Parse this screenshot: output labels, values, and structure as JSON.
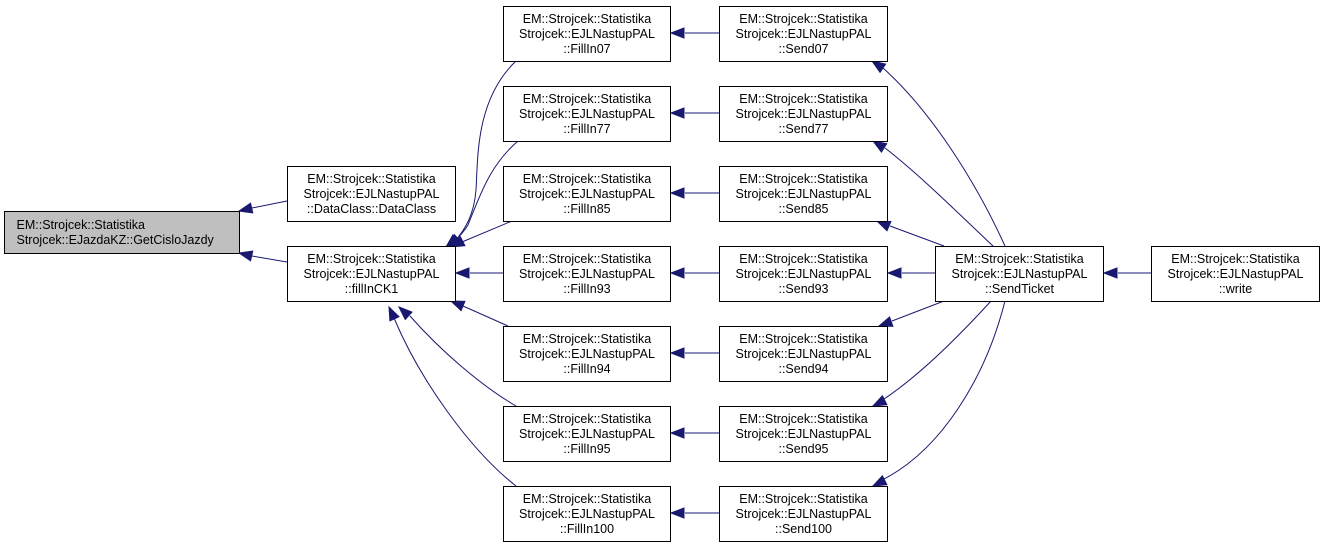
{
  "diagram": {
    "type": "call-graph",
    "colors": {
      "edge": "#191970",
      "node_border": "#000000",
      "node_fill": "#ffffff",
      "highlight_fill": "#bfbfbf"
    },
    "nodes": [
      {
        "id": "getcislojazdy",
        "lines": [
          "EM::Strojcek::Statistika",
          "Strojcek::EJazdaKZ::GetCisloJazdy"
        ],
        "highlight": true,
        "align": "left"
      },
      {
        "id": "dataclass",
        "lines": [
          "EM::Strojcek::Statistika",
          "Strojcek::EJLNastupPAL",
          "::DataClass::DataClass"
        ]
      },
      {
        "id": "fillinck1",
        "lines": [
          "EM::Strojcek::Statistika",
          "Strojcek::EJLNastupPAL",
          "::fillInCK1"
        ]
      },
      {
        "id": "fillin07",
        "lines": [
          "EM::Strojcek::Statistika",
          "Strojcek::EJLNastupPAL",
          "::FillIn07"
        ]
      },
      {
        "id": "fillin77",
        "lines": [
          "EM::Strojcek::Statistika",
          "Strojcek::EJLNastupPAL",
          "::FillIn77"
        ]
      },
      {
        "id": "fillin85",
        "lines": [
          "EM::Strojcek::Statistika",
          "Strojcek::EJLNastupPAL",
          "::FillIn85"
        ]
      },
      {
        "id": "fillin93",
        "lines": [
          "EM::Strojcek::Statistika",
          "Strojcek::EJLNastupPAL",
          "::FillIn93"
        ]
      },
      {
        "id": "fillin94",
        "lines": [
          "EM::Strojcek::Statistika",
          "Strojcek::EJLNastupPAL",
          "::FillIn94"
        ]
      },
      {
        "id": "fillin95",
        "lines": [
          "EM::Strojcek::Statistika",
          "Strojcek::EJLNastupPAL",
          "::FillIn95"
        ]
      },
      {
        "id": "fillin100",
        "lines": [
          "EM::Strojcek::Statistika",
          "Strojcek::EJLNastupPAL",
          "::FillIn100"
        ]
      },
      {
        "id": "send07",
        "lines": [
          "EM::Strojcek::Statistika",
          "Strojcek::EJLNastupPAL",
          "::Send07"
        ]
      },
      {
        "id": "send77",
        "lines": [
          "EM::Strojcek::Statistika",
          "Strojcek::EJLNastupPAL",
          "::Send77"
        ]
      },
      {
        "id": "send85",
        "lines": [
          "EM::Strojcek::Statistika",
          "Strojcek::EJLNastupPAL",
          "::Send85"
        ]
      },
      {
        "id": "send93",
        "lines": [
          "EM::Strojcek::Statistika",
          "Strojcek::EJLNastupPAL",
          "::Send93"
        ]
      },
      {
        "id": "send94",
        "lines": [
          "EM::Strojcek::Statistika",
          "Strojcek::EJLNastupPAL",
          "::Send94"
        ]
      },
      {
        "id": "send95",
        "lines": [
          "EM::Strojcek::Statistika",
          "Strojcek::EJLNastupPAL",
          "::Send95"
        ]
      },
      {
        "id": "send100",
        "lines": [
          "EM::Strojcek::Statistika",
          "Strojcek::EJLNastupPAL",
          "::Send100"
        ]
      },
      {
        "id": "sendticket",
        "lines": [
          "EM::Strojcek::Statistika",
          "Strojcek::EJLNastupPAL",
          "::SendTicket"
        ]
      },
      {
        "id": "write",
        "lines": [
          "EM::Strojcek::Statistika",
          "Strojcek::EJLNastupPAL",
          "::write"
        ]
      }
    ],
    "edges": [
      {
        "from": "dataclass",
        "to": "getcislojazdy"
      },
      {
        "from": "fillinck1",
        "to": "getcislojazdy"
      },
      {
        "from": "fillin07",
        "to": "fillinck1"
      },
      {
        "from": "fillin77",
        "to": "fillinck1"
      },
      {
        "from": "fillin85",
        "to": "fillinck1"
      },
      {
        "from": "fillin93",
        "to": "fillinck1"
      },
      {
        "from": "fillin94",
        "to": "fillinck1"
      },
      {
        "from": "fillin95",
        "to": "fillinck1"
      },
      {
        "from": "fillin100",
        "to": "fillinck1"
      },
      {
        "from": "send07",
        "to": "fillin07"
      },
      {
        "from": "send77",
        "to": "fillin77"
      },
      {
        "from": "send85",
        "to": "fillin85"
      },
      {
        "from": "send93",
        "to": "fillin93"
      },
      {
        "from": "send94",
        "to": "fillin94"
      },
      {
        "from": "send95",
        "to": "fillin95"
      },
      {
        "from": "send100",
        "to": "fillin100"
      },
      {
        "from": "sendticket",
        "to": "send07"
      },
      {
        "from": "sendticket",
        "to": "send77"
      },
      {
        "from": "sendticket",
        "to": "send85"
      },
      {
        "from": "sendticket",
        "to": "send93"
      },
      {
        "from": "sendticket",
        "to": "send94"
      },
      {
        "from": "sendticket",
        "to": "send95"
      },
      {
        "from": "sendticket",
        "to": "send100"
      },
      {
        "from": "write",
        "to": "sendticket"
      }
    ]
  }
}
